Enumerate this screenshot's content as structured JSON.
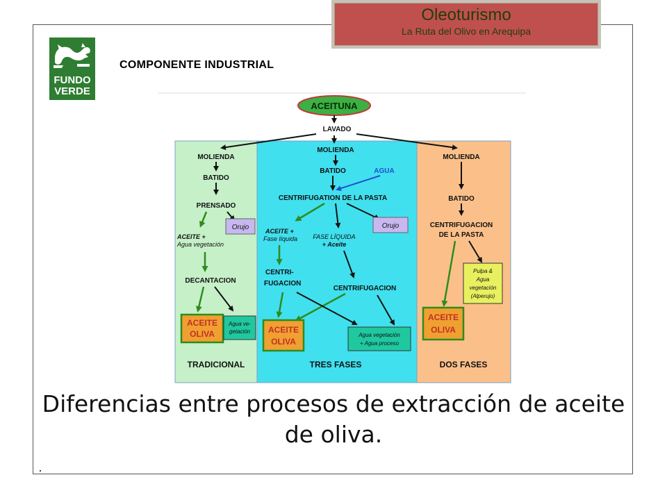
{
  "banner": {
    "title": "Oleoturismo",
    "subtitle": "La Ruta del Olivo en Arequipa"
  },
  "logo": {
    "line1": "FUNDO",
    "line2": "VERDE"
  },
  "heading": "COMPONENTE INDUSTRIAL",
  "diagram": {
    "root": "ACEITUNA",
    "wash": "LAVADO",
    "tradicional": {
      "label": "TRADICIONAL",
      "steps": [
        "MOLIENDA",
        "BATIDO",
        "PRENSADO",
        "DECANTACION"
      ],
      "orujo": "Orujo",
      "mix_line1": "ACEITE +",
      "mix_line2": "Agua vegetación",
      "oil_line1": "ACEITE",
      "oil_line2": "OLIVA",
      "water_line1": "Agua ve-",
      "water_line2": "getación"
    },
    "tres": {
      "label": "TRES FASES",
      "molienda": "MOLIENDA",
      "batido": "BATIDO",
      "agua": "AGUA",
      "centrif_pasta": "CENTRIFUGATION DE LA PASTA",
      "orujo": "Orujo",
      "mix1_line1": "ACEITE +",
      "mix1_line2": "Fase líquida",
      "mix2_line1": "FASE LÍQUIDA",
      "mix2_line2": "+ Aceite",
      "centri_line1": "CENTRI-",
      "centri_line2": "FUGACION",
      "centrifugacion": "CENTRIFUGACION",
      "oil_line1": "ACEITE",
      "oil_line2": "OLIVA",
      "water_line1": "Agua vegetación",
      "water_line2": "+ Agua proceso"
    },
    "dos": {
      "label": "DOS FASES",
      "molienda": "MOLIENDA",
      "batido": "BATIDO",
      "centrif_line1": "CENTRIFUGACION",
      "centrif_line2": "DE LA PASTA",
      "pulpa_line1": "Pulpa &",
      "pulpa_line2": "Agua",
      "pulpa_line3": "vegetación",
      "pulpa_line4": "(Alperujo)",
      "oil_line1": "ACEITE",
      "oil_line2": "OLIVA"
    },
    "colors": {
      "tradicional_bg": "#c6f0c8",
      "tres_bg": "#40e0ee",
      "dos_bg": "#fbc08a",
      "arrow_green": "#2e8b1e",
      "arrow_blue": "#2050d0"
    }
  },
  "caption": "Diferencias entre procesos de extracción de aceite de oliva.",
  "footer_mark": "."
}
